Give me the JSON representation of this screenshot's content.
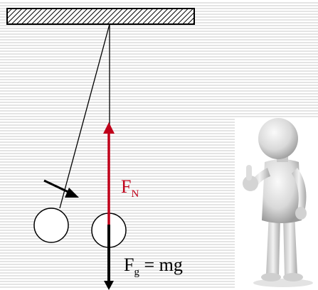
{
  "diagram": {
    "normal_force": {
      "symbol": "F",
      "subscript": "N"
    },
    "gravity_force": {
      "symbol": "F",
      "subscript": "g",
      "equation_rhs": " = mg"
    }
  },
  "colors": {
    "normal_force": "#c0001a",
    "gravity_force": "#000000",
    "ruled_lines": "#c8c8c8",
    "ceiling_hatch": "#000000"
  },
  "icons": {
    "figure": "thumbs-up-person-figure"
  }
}
